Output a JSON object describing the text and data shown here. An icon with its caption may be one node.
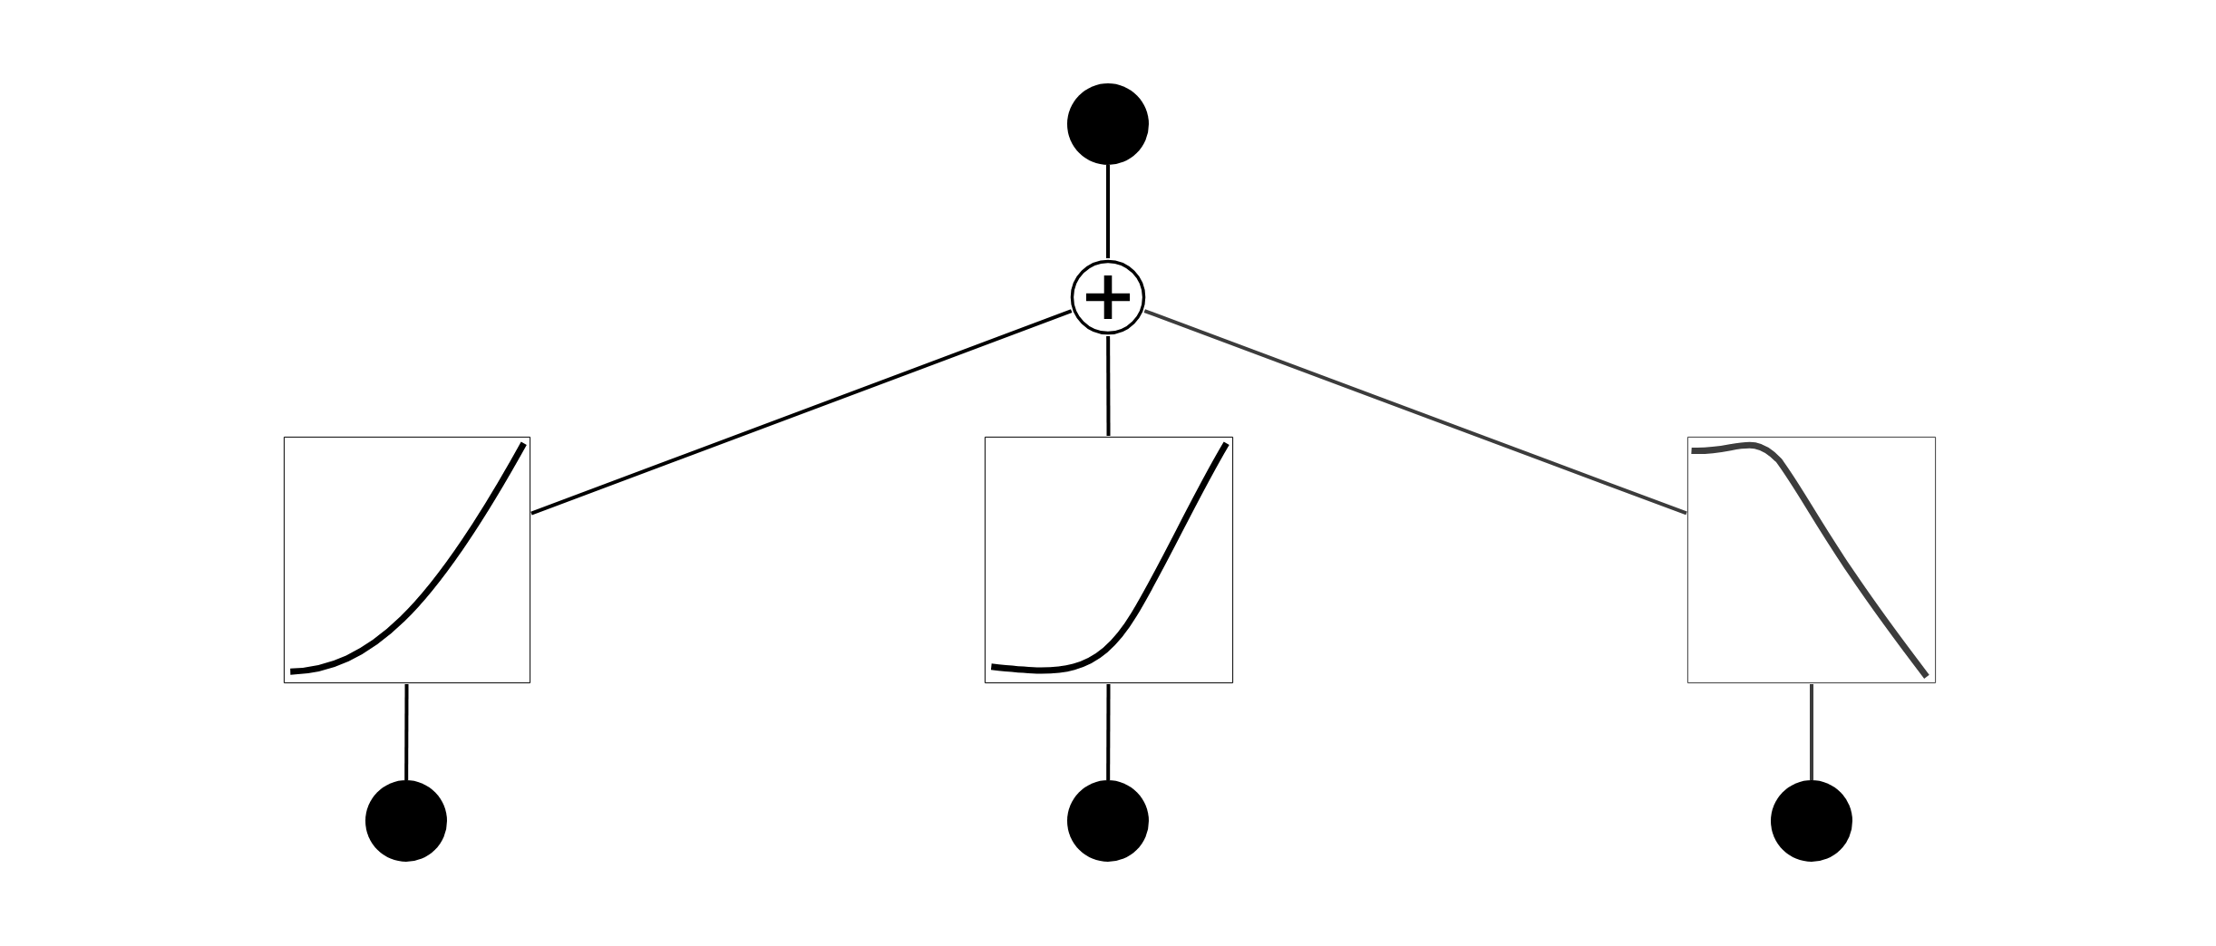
{
  "diagram": {
    "nodes": [
      {
        "text": [],
        "shape": "circle"
      },
      {
        "text": [],
        "shape": "circle"
      },
      {
        "text": [],
        "shape": "picture"
      },
      {
        "text": [],
        "shape": "picture"
      },
      {
        "text": [],
        "shape": "picture"
      },
      {
        "text": [],
        "shape": "circle"
      },
      {
        "text": [],
        "shape": "circle"
      },
      {
        "text": [],
        "shape": "circle"
      }
    ],
    "edges": [
      {
        "from": 5,
        "to": 2,
        "arrow": "none"
      },
      {
        "from": 6,
        "to": 3,
        "arrow": "none"
      },
      {
        "from": 7,
        "to": 4,
        "arrow": "none",
        "color": "#3c3c3c"
      },
      {
        "from": 2,
        "to": 1,
        "arrow": "none"
      },
      {
        "from": 3,
        "to": 1,
        "arrow": "none"
      },
      {
        "from": 4,
        "to": 1,
        "arrow": "none",
        "color": "#3c3c3c"
      },
      {
        "from": 1,
        "to": 0,
        "arrow": "none"
      }
    ]
  }
}
